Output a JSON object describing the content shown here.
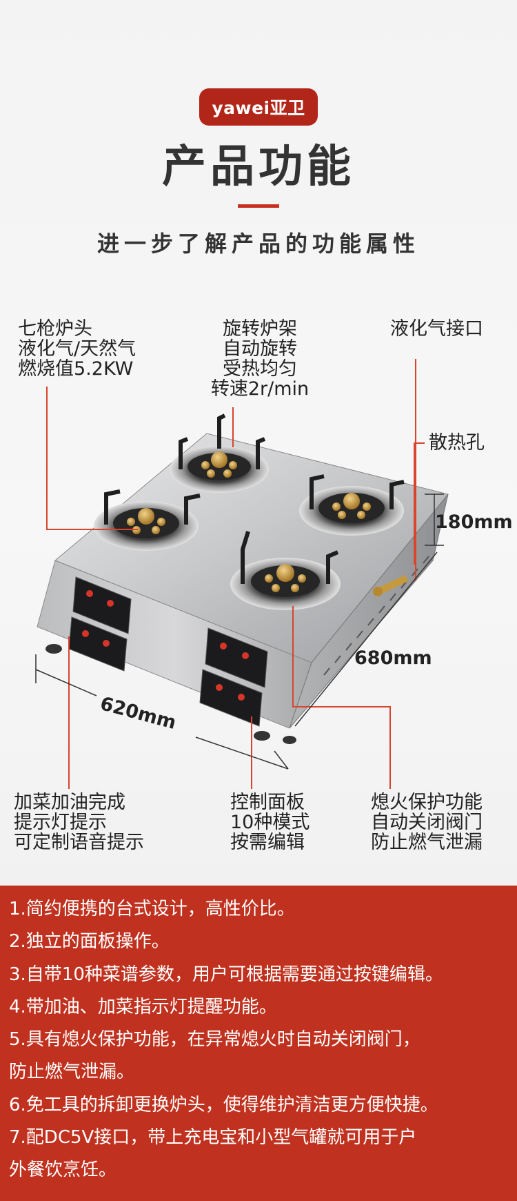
{
  "header": {
    "brand": "yawei亚卫",
    "title": "产品功能",
    "subtitle": "进一步了解产品的功能属性"
  },
  "callouts": {
    "burner": [
      "七枪炉头",
      "液化气/天然气",
      "燃烧值5.2KW"
    ],
    "rack": [
      "旋转炉架",
      "自动旋转",
      "受热均匀",
      "转速2r/min"
    ],
    "lpg": [
      "液化气接口"
    ],
    "vent": [
      "散热孔"
    ],
    "prompt": [
      "加菜加油完成",
      "提示灯提示",
      "可定制语音提示"
    ],
    "panel": [
      "控制面板",
      "10种模式",
      "按需编辑"
    ],
    "flame": [
      "熄火保护功能",
      "自动关闭阀门",
      "防止燃气泄漏"
    ]
  },
  "dimensions": {
    "height": "180mm",
    "depth": "680mm",
    "width": "620mm"
  },
  "features": [
    "1.简约便携的台式设计，高性价比。",
    "2.独立的面板操作。",
    "3.自带10种菜谱参数，用户可根据需要通过按键编辑。",
    "4.带加油、加菜指示灯提醒功能。",
    "5.具有熄火保护功能，在异常熄火时自动关闭阀门，",
    "防止燃气泄漏。",
    "6.免工具的拆卸更换炉头，使得维护清洁更方便快捷。",
    "7.配DC5V接口，带上充电宝和小型气罐就可用于户",
    "外餐饮烹饪。"
  ],
  "colors": {
    "accent": "#c0321f",
    "brand_bg": "#b2261a",
    "callout_line": "#d8452c"
  }
}
